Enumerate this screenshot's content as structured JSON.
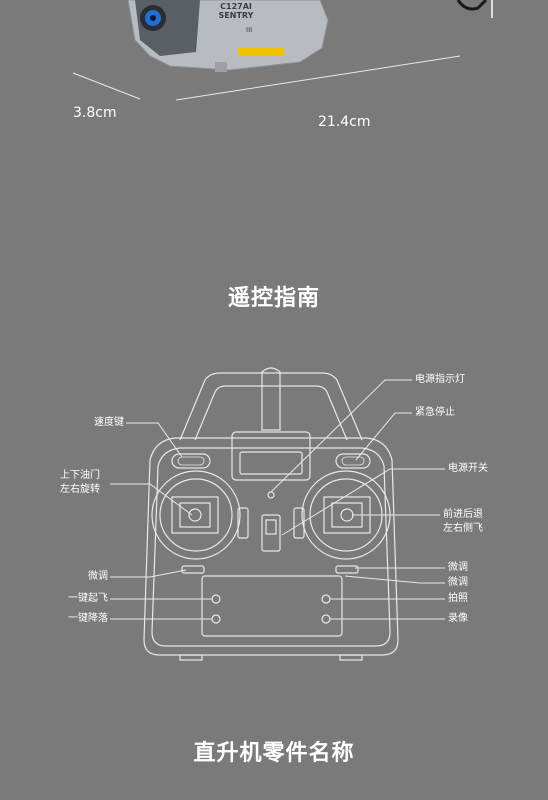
{
  "drone": {
    "model_line1": "C127AI",
    "model_line2": "SENTRY",
    "marking": "III"
  },
  "dimensions": {
    "height": "3.8cm",
    "length": "21.4cm"
  },
  "section_remote_title": "遥控指南",
  "labels": {
    "speed_key": "速度键",
    "throttle_line1": "上下油门",
    "throttle_line2": "左右旋转",
    "trim_left": "微调",
    "one_key_takeoff": "一键起飞",
    "one_key_land": "一键降落",
    "power_indicator": "电源指示灯",
    "emergency_stop": "紧急停止",
    "power_switch": "电源开关",
    "direction_line1": "前进后退",
    "direction_line2": "左右侧飞",
    "trim_right_1": "微调",
    "trim_right_2": "微调",
    "photo": "拍照",
    "video": "录像"
  },
  "section_parts_title": "直升机零件名称",
  "colors": {
    "background": "#7a7a7a",
    "line": "#e8e8e8",
    "text": "#ffffff"
  }
}
